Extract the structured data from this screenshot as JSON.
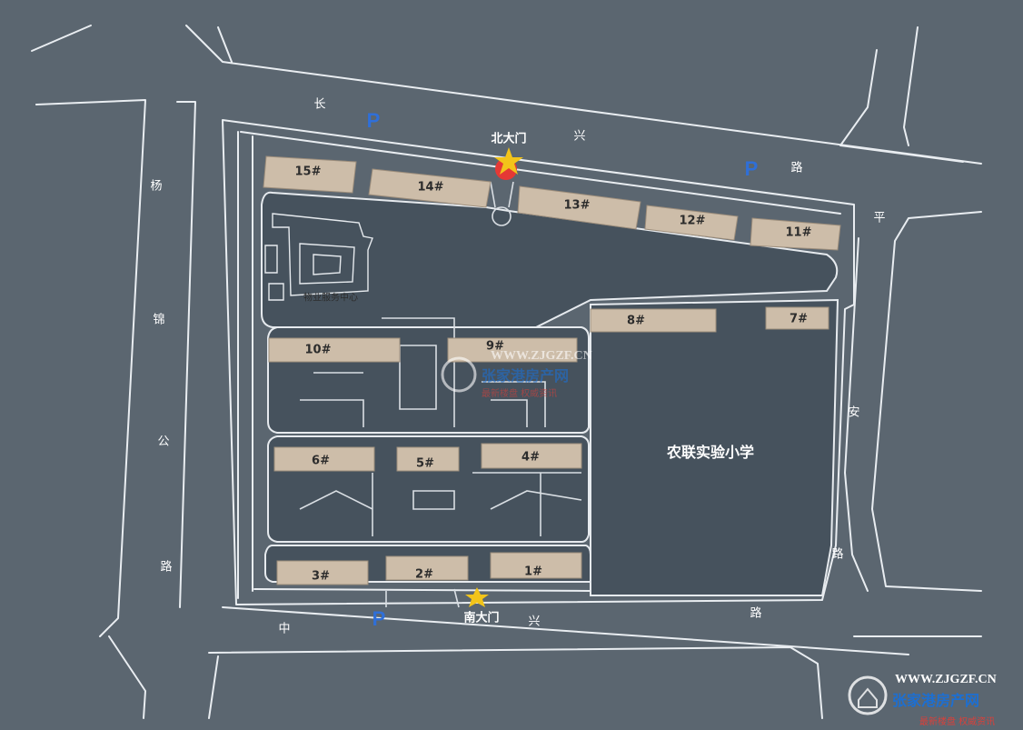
{
  "map": {
    "road_north_chars": [
      "长",
      "兴",
      "路"
    ],
    "road_south_chars": [
      "中",
      "兴",
      "路"
    ],
    "road_west_chars": [
      "杨",
      "锦",
      "公",
      "路"
    ],
    "road_east_chars": [
      "平",
      "安",
      "路"
    ],
    "north_gate": "北大门",
    "south_gate": "南大门",
    "school": "农联实验小学",
    "service_center": "物业服务中心",
    "parking_symbol": "P",
    "buildings": [
      "1#",
      "2#",
      "3#",
      "4#",
      "5#",
      "6#",
      "7#",
      "8#",
      "9#",
      "10#",
      "11#",
      "12#",
      "13#",
      "14#",
      "15#"
    ],
    "colors": {
      "background": "#5b6670",
      "building": "#cdbda9",
      "parking": "#2f6fd8",
      "gate_star": "#f2c41a",
      "gate_dot": "#e53935"
    }
  },
  "watermark": {
    "url": "WWW.ZJGZF.CN",
    "name": "张家港房产网",
    "slogan": "最新楼盘 权威资讯"
  }
}
